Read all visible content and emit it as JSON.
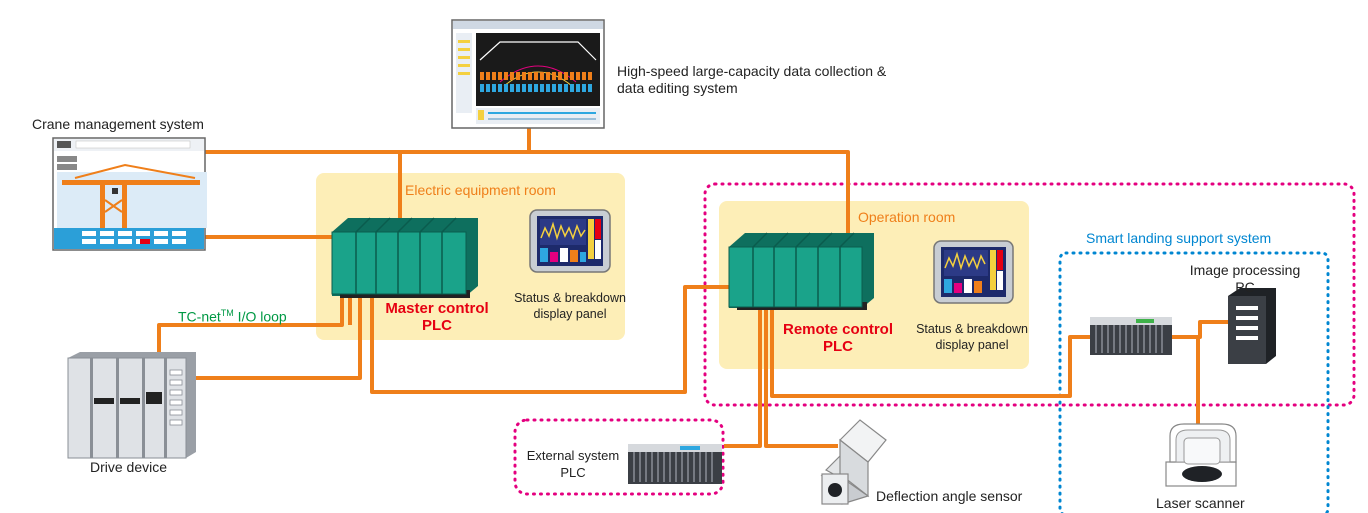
{
  "labels": {
    "data_collection": [
      "High-speed large-capacity data collection &",
      "data editing system"
    ],
    "crane_mgmt": "Crane management system",
    "electric_room": "Electric equipment room",
    "operation_room": "Operation room",
    "smart_landing": "Smart landing support system",
    "master_plc": [
      "Master control",
      "PLC"
    ],
    "remote_plc": [
      "Remote control",
      "PLC"
    ],
    "status_panel_1": [
      "Status & breakdown",
      "display panel"
    ],
    "status_panel_2": [
      "Status & breakdown",
      "display panel"
    ],
    "tcnet_prefix": "TC-net",
    "tcnet_sup": "TM",
    "tcnet_suffix": " I/O loop",
    "drive_device": "Drive device",
    "external_plc": [
      "External system",
      "PLC"
    ],
    "deflection_sensor": "Deflection angle sensor",
    "image_pc": [
      "Image processing",
      "PC"
    ],
    "laser_scanner": "Laser scanner"
  },
  "colors": {
    "cable": "#ef7f1a",
    "room_fill": "#fdeeb7",
    "plc_green": "#1aa38a",
    "plc_label": "#e60012",
    "magenta_dash": "#e4007f",
    "blue_dash": "#0086d1",
    "tcnet_text": "#009944"
  }
}
